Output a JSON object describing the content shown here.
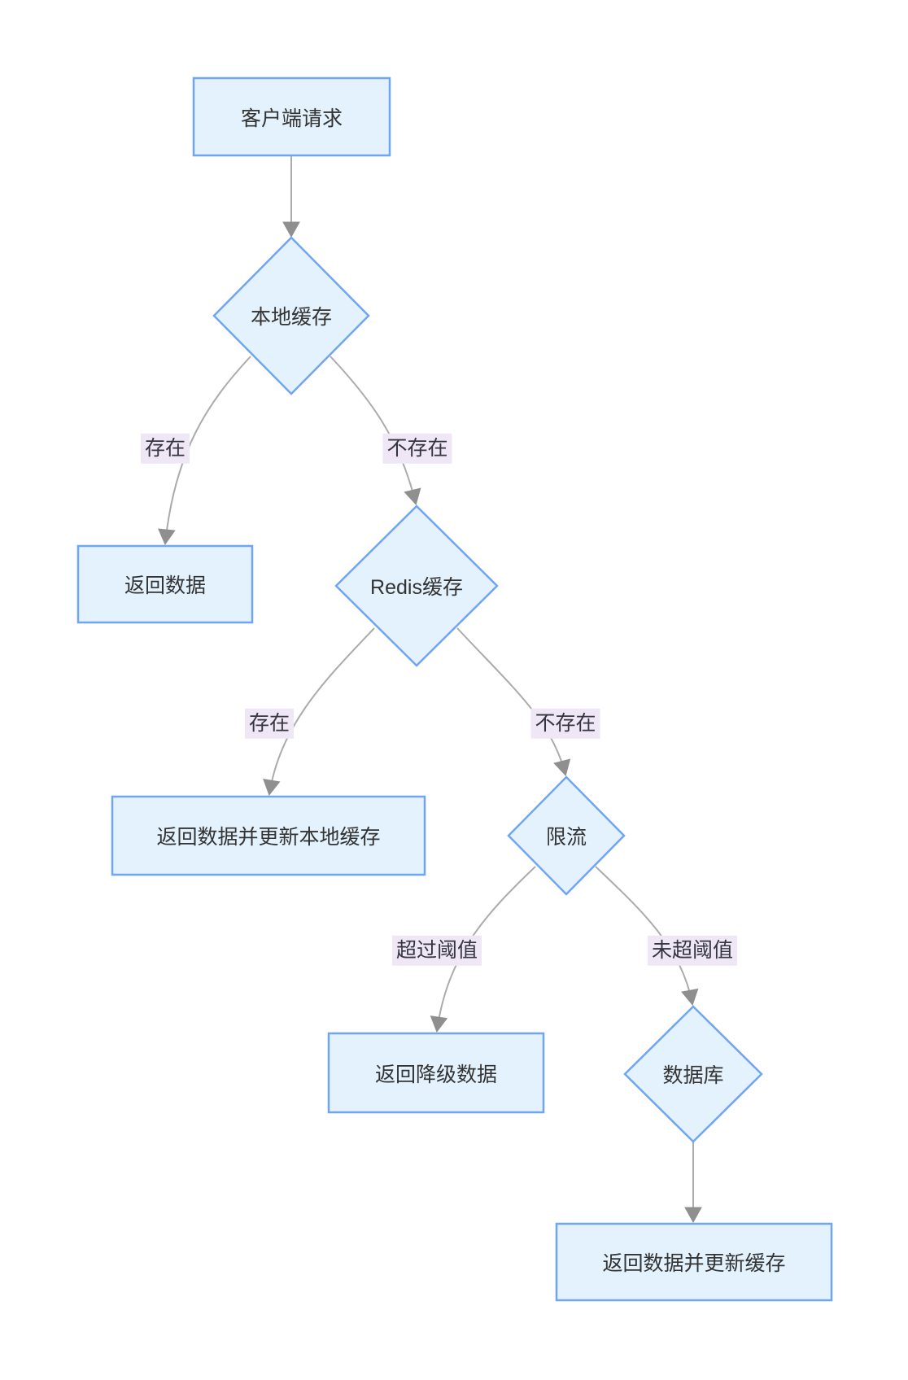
{
  "diagram": {
    "kind": "flowchart",
    "direction": "top-down",
    "nodes": [
      {
        "id": "A",
        "shape": "rect",
        "label": "客户端请求"
      },
      {
        "id": "B",
        "shape": "diamond",
        "label": "本地缓存"
      },
      {
        "id": "C",
        "shape": "rect",
        "label": "返回数据"
      },
      {
        "id": "D",
        "shape": "diamond",
        "label": "Redis缓存"
      },
      {
        "id": "E",
        "shape": "rect",
        "label": "返回数据并更新本地缓存"
      },
      {
        "id": "F",
        "shape": "diamond",
        "label": "限流"
      },
      {
        "id": "G",
        "shape": "rect",
        "label": "返回降级数据"
      },
      {
        "id": "H",
        "shape": "diamond",
        "label": "数据库"
      },
      {
        "id": "I",
        "shape": "rect",
        "label": "返回数据并更新缓存"
      }
    ],
    "edges": [
      {
        "from": "客户端请求",
        "to": "本地缓存",
        "label": ""
      },
      {
        "from": "本地缓存",
        "to": "返回数据",
        "label": "存在"
      },
      {
        "from": "本地缓存",
        "to": "Redis缓存",
        "label": "不存在"
      },
      {
        "from": "Redis缓存",
        "to": "返回数据并更新本地缓存",
        "label": "存在"
      },
      {
        "from": "Redis缓存",
        "to": "限流",
        "label": "不存在"
      },
      {
        "from": "限流",
        "to": "返回降级数据",
        "label": "超过阈值"
      },
      {
        "from": "限流",
        "to": "数据库",
        "label": "未超阈值"
      },
      {
        "from": "数据库",
        "to": "返回数据并更新缓存",
        "label": ""
      }
    ],
    "colors": {
      "nodeFill": "#E3F2FD",
      "nodeBorder": "#6FA5F3",
      "edgeLine": "#ABABAB",
      "arrowHead": "#8F8F8F",
      "labelBg": "#EFE7F6",
      "labelText": "#35353F",
      "nodeText": "#333333",
      "canvasBg": "#FFFFFF"
    }
  }
}
